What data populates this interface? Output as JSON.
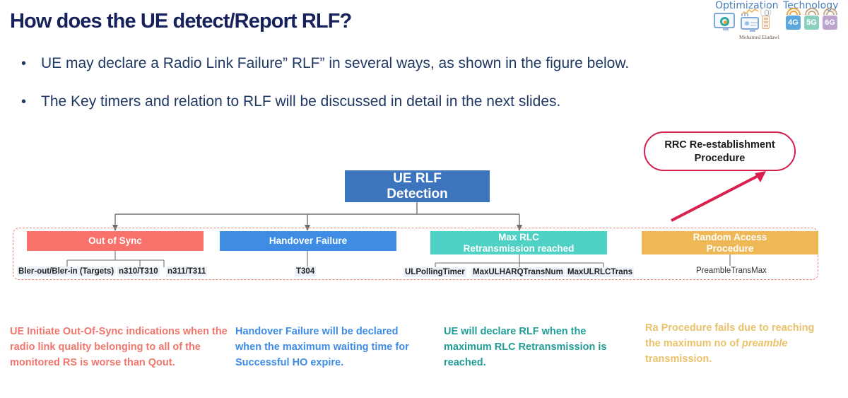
{
  "slide": {
    "title": "How does the UE detect/Report RLF?",
    "bullets": [
      "UE may declare a Radio Link Failure” RLF” in several ways, as shown in the figure below.",
      "The Key timers and relation to RLF will be discussed in detail in the next slides."
    ],
    "bullet_marker": "•"
  },
  "logo": {
    "word_left": "Optimization",
    "word_right": "Technology",
    "author": "Mohamed Eladawi",
    "badges": [
      "4G",
      "5G",
      "6G"
    ]
  },
  "diagram": {
    "root": "UE RLF\nDetection",
    "root_line1": "UE RLF",
    "root_line2": "Detection",
    "rrc_line1": "RRC Re-establishment",
    "rrc_line2": "Procedure",
    "categories": [
      {
        "id": "out-of-sync",
        "label": "Out of Sync",
        "color": "#F8716A",
        "leaves": [
          "Bler-out/Bler-in (Targets)",
          "n310/T310",
          "n311/T311"
        ]
      },
      {
        "id": "handover-failure",
        "label": "Handover Failure",
        "color": "#3E8CE4",
        "leaves": [
          "T304"
        ]
      },
      {
        "id": "max-rlc-retransmission",
        "label_line1": "Max RLC",
        "label_line2": "Retransmission reached",
        "color": "#4FD1C5",
        "leaves": [
          "ULPollingTimer",
          "MaxULHARQTransNum",
          "MaxULRLCTrans"
        ]
      },
      {
        "id": "random-access-procedure",
        "label_line1": "Random Access",
        "label_line2": "Procedure",
        "color": "#EFB857",
        "leaves": [
          "PreambleTransMax"
        ]
      }
    ]
  },
  "captions": [
    {
      "id": "out-of-sync",
      "text": "UE Initiate Out-Of-Sync indications when the radio link quality belonging to all of the monitored RS is worse than Qout.",
      "color": "#F0766C"
    },
    {
      "id": "handover-failure",
      "text": "Handover Failure will be declared when the maximum waiting time for Successful HO expire.",
      "color": "#3E8CE4"
    },
    {
      "id": "max-rlc",
      "text": "UE will declare RLF when the maximum RLC Retransmission is reached.",
      "color": "#1F9D96"
    },
    {
      "id": "random-access",
      "text_before": "Ra Procedure fails due to reaching the maximum no of ",
      "text_em": "preamble",
      "text_after": " transmission.",
      "color": "#E9C26A"
    }
  ],
  "colors": {
    "title": "#16215B",
    "bullet_text": "#1F3864",
    "root_box": "#3D74BE",
    "rrc_border": "#D41E4C",
    "dash_region": "#E8857A",
    "wire": "#6E6E6E"
  }
}
